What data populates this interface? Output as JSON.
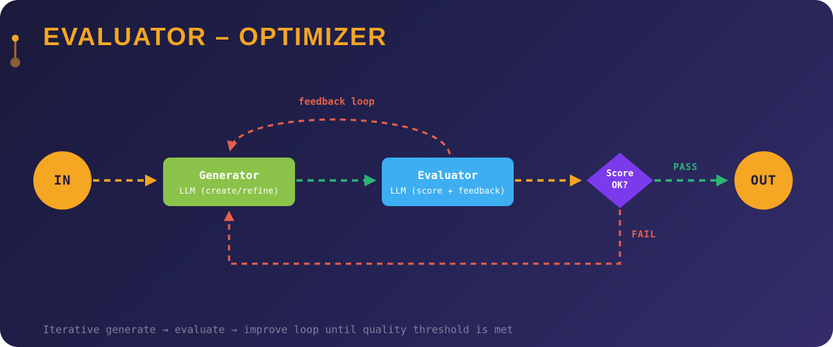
{
  "title": "EVALUATOR – OPTIMIZER",
  "caption": "Iterative generate → evaluate → improve loop until quality threshold is met",
  "nodes": {
    "in": {
      "label": "IN"
    },
    "generator": {
      "title": "Generator",
      "subtitle": "LLM (create/refine)"
    },
    "evaluator": {
      "title": "Evaluator",
      "subtitle": "LLM (score + feedback)"
    },
    "decision": {
      "line1": "Score",
      "line2": "OK?"
    },
    "out": {
      "label": "OUT"
    }
  },
  "edge_labels": {
    "feedback_loop": "feedback loop",
    "pass": "PASS",
    "fail": "FAIL"
  },
  "colors": {
    "background_start": "#1b1a3c",
    "background_end": "#342d6a",
    "title_orange": "#F5A623",
    "node_orange": "#F5A623",
    "generator_green": "#8BC34A",
    "evaluator_blue": "#3DAEF2",
    "decision_purple": "#7C3AED",
    "arrow_teal": "#2BB673",
    "arrow_red": "#E8604A",
    "caption_gray": "#7f7f9b"
  }
}
